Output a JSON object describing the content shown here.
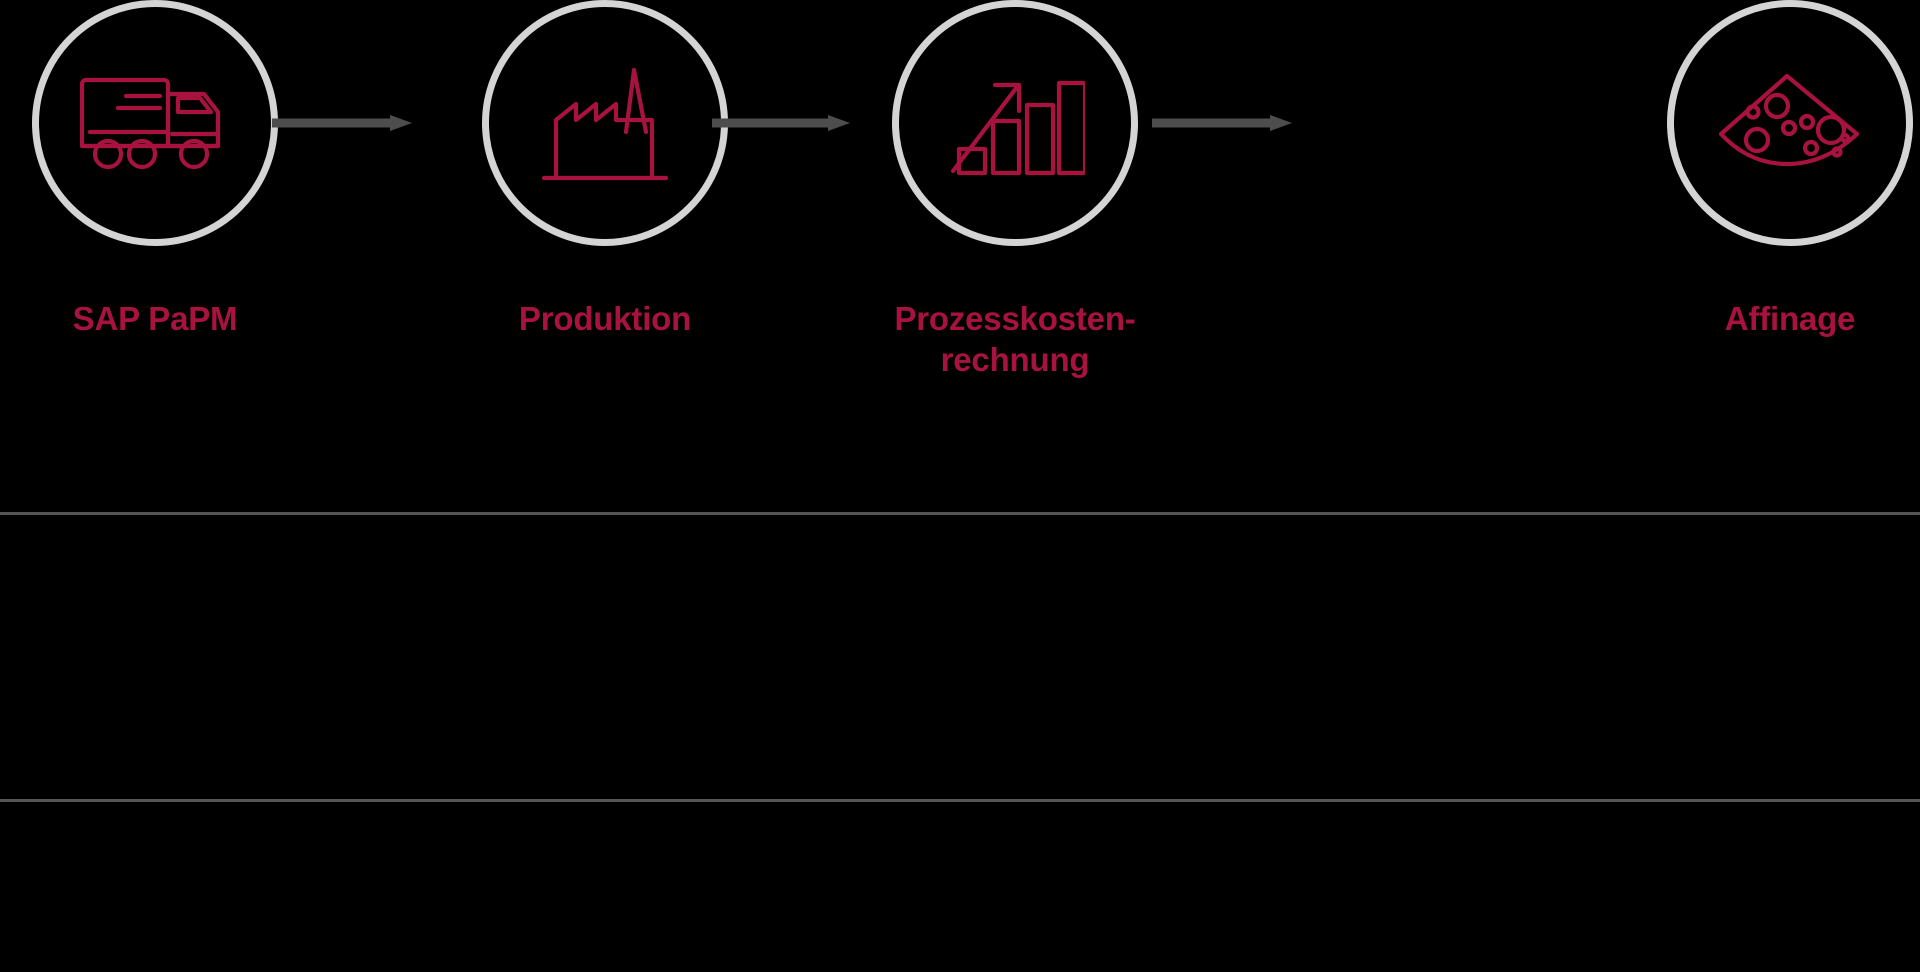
{
  "colors": {
    "background": "#000000",
    "accent": "#a8123f",
    "icon_stroke": "#a8123f",
    "ring": "#d4d4d4",
    "arrow": "#4d4d4d",
    "divider": "#555555"
  },
  "flow": {
    "steps": [
      {
        "id": "sap-papm",
        "label": "SAP PaPM",
        "icon": "delivery-truck-icon"
      },
      {
        "id": "produktion",
        "label": "Produktion",
        "icon": "factory-icon"
      },
      {
        "id": "prozesskostenrechnung",
        "label": "Prozesskosten-\nrechnung",
        "icon": "bar-chart-growth-icon"
      },
      {
        "id": "affinage",
        "label": "Affinage",
        "icon": "cheese-wedge-icon"
      }
    ],
    "connectors": [
      {
        "id": "connector-1",
        "icon": "arrow-right-icon"
      },
      {
        "id": "connector-2",
        "icon": "arrow-right-icon"
      },
      {
        "id": "connector-3",
        "icon": "arrow-right-icon"
      }
    ]
  },
  "content_band": {
    "text": ""
  }
}
